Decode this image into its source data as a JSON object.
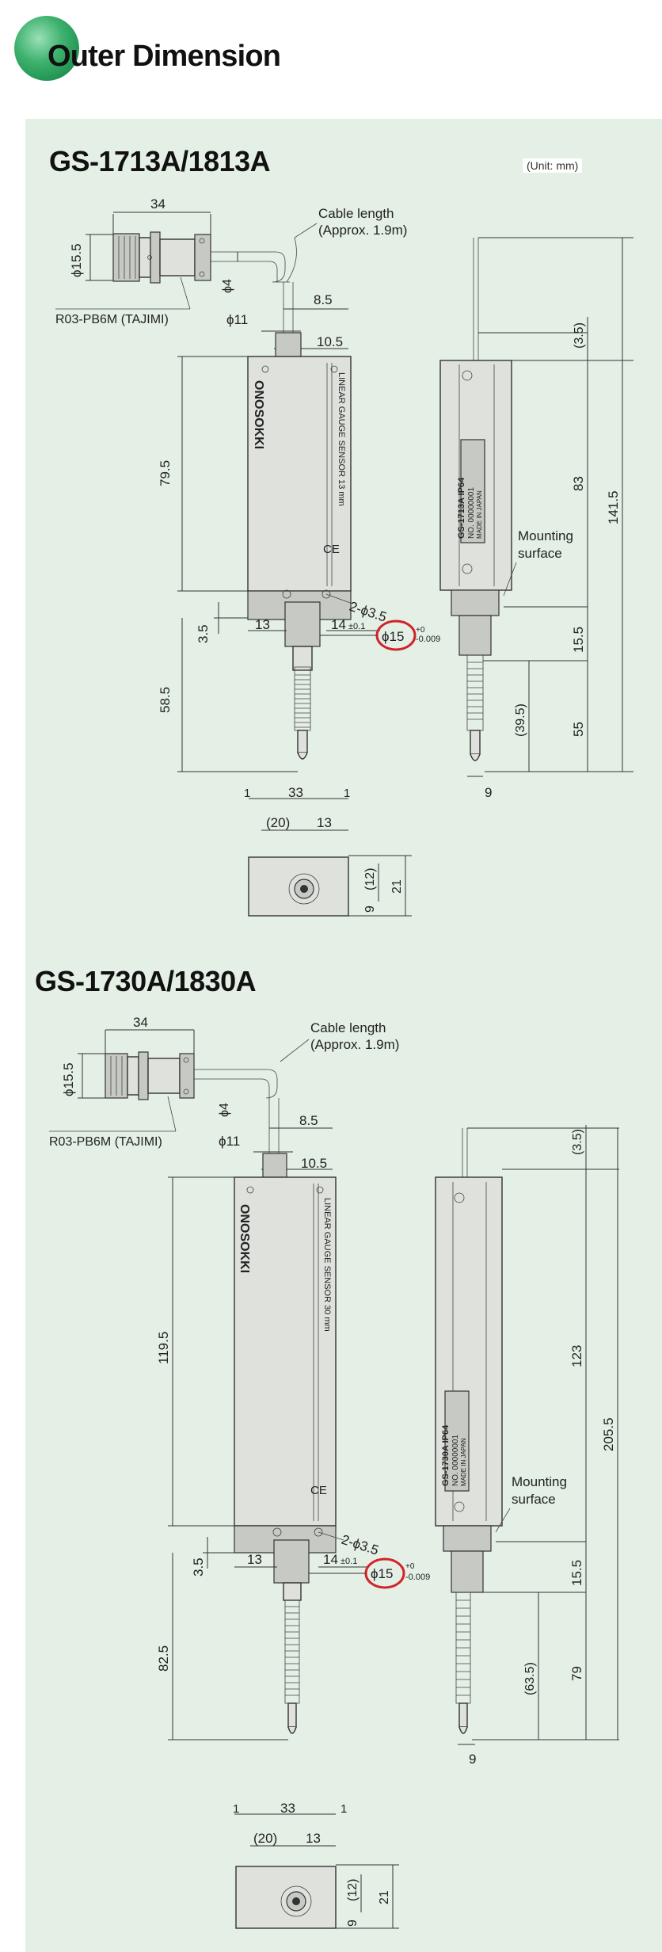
{
  "page": {
    "title": "Outer Dimension",
    "unit_note": "(Unit: mm)"
  },
  "colors": {
    "panel_bg": "#e4efe5",
    "logo_green": "#0b7c3e",
    "highlight_red": "#d2232a"
  },
  "common": {
    "cable_label_1": "Cable length",
    "cable_label_2": "(Approx. 1.9m)",
    "connector": "R03-PB6M (TAJIMI)",
    "mounting_1": "Mounting",
    "mounting_2": "surface",
    "brand": "ONOSOKKI",
    "d34": "34",
    "d155": "ϕ15.5",
    "d4": "ϕ4",
    "d85": "8.5",
    "d11": "ϕ11",
    "d105": "10.5",
    "d35": "3.5",
    "d13": "13",
    "d14": "14",
    "d14tol": "±0.1",
    "holes": "2-ϕ3.5",
    "d15": "ϕ15",
    "d15tol_plus": "+0",
    "d15tol_minus": "-0.009",
    "d155b": "15.5",
    "d3_5p": "(3.5)",
    "d9": "9",
    "b33": "33",
    "b1": "1",
    "b20": "(20)",
    "b13": "13",
    "b12": "(12)",
    "b21": "21",
    "b9": "9"
  },
  "models": [
    {
      "title": "GS-1713A/1813A",
      "sensor_label": "LINEAR GAUGE SENSOR 13 mm",
      "plate_1": "GS-1713A  IP64",
      "plate_2": "NO. 00000001",
      "plate_3": "MADE IN JAPAN",
      "body_length": "79.5",
      "spindle_length": "58.5",
      "side_body": "83",
      "side_total": "141.5",
      "side_lower": "55",
      "side_stroke": "(39.5)"
    },
    {
      "title": "GS-1730A/1830A",
      "sensor_label": "LINEAR GAUGE SENSOR 30 mm",
      "plate_1": "GS-1730A  IP64",
      "plate_2": "NO. 00000001",
      "plate_3": "MADE IN JAPAN",
      "body_length": "119.5",
      "spindle_length": "82.5",
      "side_body": "123",
      "side_total": "205.5",
      "side_lower": "79",
      "side_stroke": "(63.5)"
    }
  ]
}
